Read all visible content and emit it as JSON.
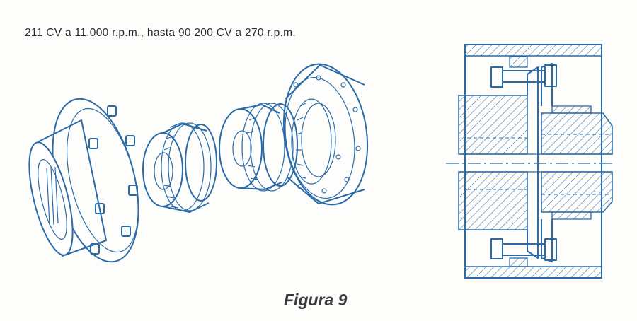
{
  "page": {
    "caption": "211 CV a 11.000 r.p.m., hasta 90 200 CV a 270 r.p.m.",
    "figure_label": "Figura 9"
  },
  "colors": {
    "ink": "#2a6aa8",
    "text": "#2a2a2a",
    "background": "#fdfdfb"
  },
  "illustrations": [
    {
      "name": "exploded-coupling-drawing"
    },
    {
      "name": "coupling-cross-section-drawing"
    }
  ]
}
